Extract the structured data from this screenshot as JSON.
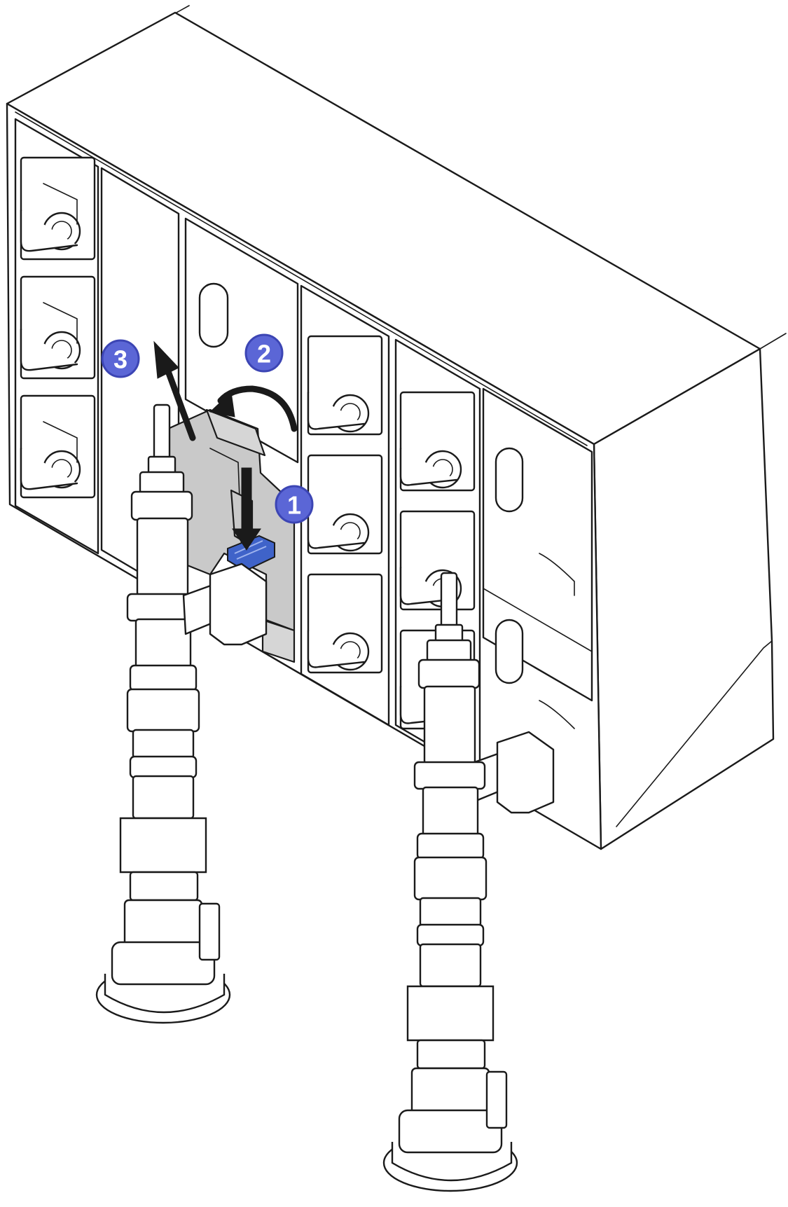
{
  "callouts": [
    {
      "label": "1"
    },
    {
      "label": "2"
    },
    {
      "label": "3"
    }
  ],
  "colors": {
    "callout_fill": "#5b66d6",
    "callout_outline": "#3c45b4",
    "latch_blue": "#3f63c9",
    "bracket_grey": "#c9c9c9",
    "line": "#1a1a1a"
  }
}
